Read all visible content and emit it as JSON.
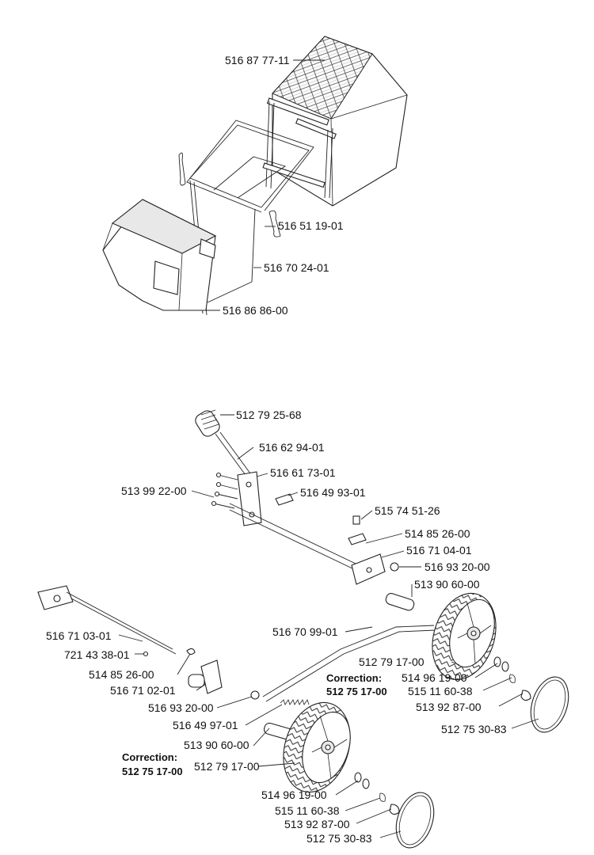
{
  "labels": {
    "grass_bag": "516 87 77-11",
    "bag_pin": "516 51 19-01",
    "bag_frame": "516 70 24-01",
    "chute": "516 86 86-00",
    "handle_grip": "512 79 25-68",
    "height_lever": "516 62 94-01",
    "lever_plate": "516 61 73-01",
    "bolts": "513 99 22-00",
    "bracket": "516 49 93-01",
    "screw": "515 74 51-26",
    "clip_rear": "514 85 26-00",
    "rear_plate": "516 71 04-01",
    "washer_rear": "516 93 20-00",
    "axle_pin_rear": "513 90 60-00",
    "front_axle": "516 71 03-01",
    "small_pin": "721 43 38-01",
    "clip_front": "514 85 26-00",
    "front_plate": "516 71 02-01",
    "washer_front": "516 93 20-00",
    "spring": "516 49 97-01",
    "axle_pin_front": "513 90 60-00",
    "link_rod": "516 70 99-01",
    "wheel_rear": "512 79 17-00",
    "washer_w_rear": "514 96 19-00",
    "ring_rear": "515 11 60-38",
    "cap_rear": "513 92 87-00",
    "hubcap_rear": "512 75 30-83",
    "wheel_front": "512 79 17-00",
    "washer_w_front": "514 96 19-00",
    "ring_front": "515 11 60-38",
    "cap_front": "513 92 87-00",
    "hubcap_front": "512 75 30-83"
  },
  "corrections": {
    "rear_title": "Correction:",
    "rear_number": "512 75 17-00",
    "front_title": "Correction:",
    "front_number": "512 75 17-00"
  }
}
